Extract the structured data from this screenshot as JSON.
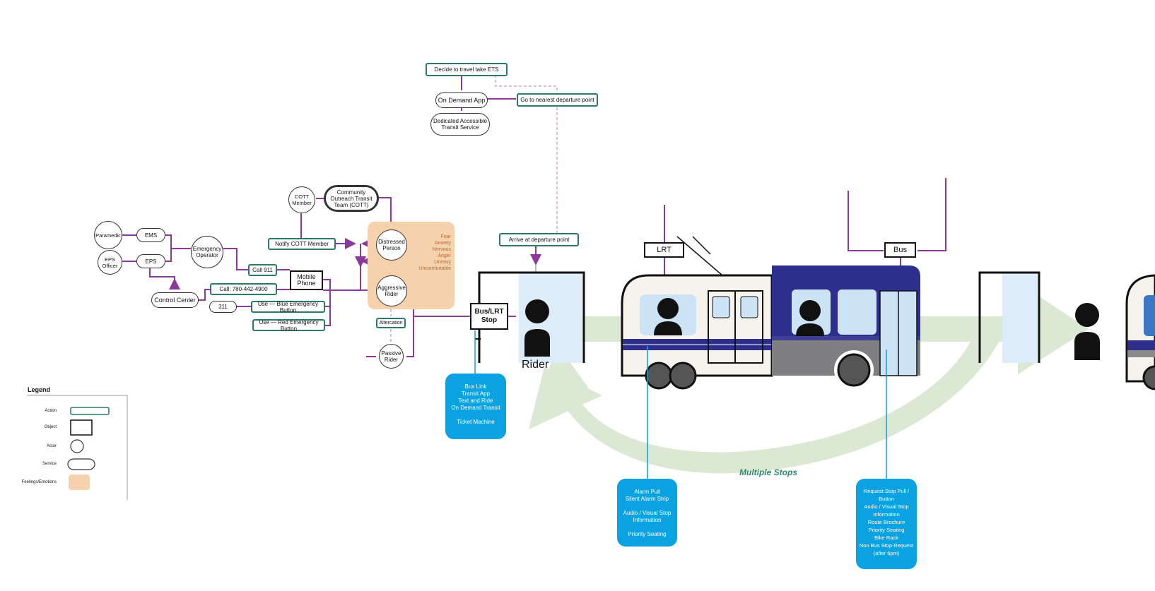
{
  "colors": {
    "connector": "#8b3a9c",
    "action_border": "#2a7a67",
    "feelings_fill": "#f5d2ab",
    "feelings_text": "#b86a34",
    "touchpoint": "#0aa2e0",
    "journey_arrow": "#dbe8d3",
    "transit_navy": "#2e2e8c",
    "dashed": "#d4a6d8"
  },
  "planning": {
    "decide": "Decide to travel take ETS",
    "on_demand_app": "On Demand App",
    "go_nearest": "Go to nearest departure point",
    "dats": "Dedicated Accessible\nTransit Service",
    "arrive": "Arrive at departure point"
  },
  "safety": {
    "cott_member": "COTT\nMember",
    "cott_team": "Community\nOutreach Transit\nTeam (COTT)",
    "paramedic": "Paramedic",
    "ems": "EMS",
    "eps_officer": "EPS\nOfficer",
    "eps": "EPS",
    "emergency_operator": "Emergency\nOperator",
    "notify_cott": "Notify COTT Member",
    "call_911": "Call 911",
    "mobile_phone": "Mobile\nPhone",
    "call_number": "Call: 780-442-4900",
    "control_center": "Control Center",
    "n311": "311",
    "blue_button": "Use — Blue Emergency Button",
    "red_button": "Use — Red Emergency Button",
    "distressed": "Distressed\nPerson",
    "aggressive": "Aggressive\nRider",
    "altercation": "Altercation",
    "passive": "Passive\nRider",
    "feelings": "Fear\nAnxiety\nNervous\nAnger\nUneasy\nUncomfortable"
  },
  "journey": {
    "stop_tag": "Bus/LRT\nStop",
    "rider": "Rider",
    "lrt_tag": "LRT",
    "bus_tag": "Bus",
    "multiple_stops": "Multiple Stops"
  },
  "touchpoints": {
    "stop": "Bus Link\nTransit App\nText and Ride\nOn Demand Transit\n\nTicket Machine",
    "lrt": "Alarm Pull\nSilent Alarm Strip\n\nAudio / Visual Stop\nInformation\n\nPriority Seating",
    "bus": "Request Stop Pull /\nButton\nAudio / Visual Stop\nInformation\nRoute Brochure\nPriority Seating\nBike Rack\nNon Bus Stop Request\n(after 6pm)"
  },
  "legend": {
    "title": "Legend",
    "action": "Action",
    "object": "Object",
    "actor": "Actor",
    "service": "Service",
    "feelings": "Feelings/Emotions"
  }
}
